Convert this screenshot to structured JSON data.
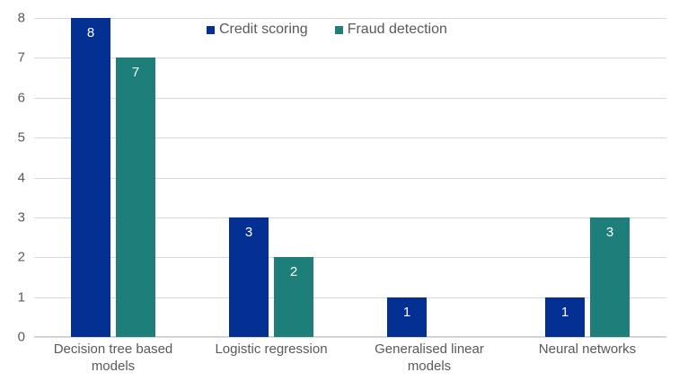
{
  "chart_data": {
    "type": "bar",
    "title": "",
    "subtitle": "",
    "xlabel": "",
    "ylabel": "",
    "ylim": [
      0,
      8
    ],
    "ytick_labels": [
      "0",
      "1",
      "2",
      "3",
      "4",
      "5",
      "6",
      "7",
      "8"
    ],
    "ytick_values": [
      0,
      1,
      2,
      3,
      4,
      5,
      6,
      7,
      8
    ],
    "grid": true,
    "legend_position": "top-center",
    "categories": [
      "Decision tree based models",
      "Logistic regression",
      "Generalised linear models",
      "Neural networks"
    ],
    "series": [
      {
        "name": "Credit scoring",
        "color": "#033092",
        "values": [
          8,
          3,
          1,
          1
        ],
        "data_labels": [
          "8",
          "3",
          "1",
          "1"
        ]
      },
      {
        "name": "Fraud detection",
        "color": "#1E7F7A",
        "values": [
          7,
          2,
          0,
          3
        ],
        "data_labels": [
          "7",
          "2",
          "",
          "3"
        ]
      }
    ],
    "data_label_color": "#FFFFFF",
    "gridline_color": "#D9D9D9",
    "axis_text_color": "#595959",
    "background_color": "#FFFFFF"
  },
  "legend": {
    "items": [
      {
        "label": "Credit scoring",
        "color": "#033092"
      },
      {
        "label": "Fraud detection",
        "color": "#1E7F7A"
      }
    ]
  }
}
